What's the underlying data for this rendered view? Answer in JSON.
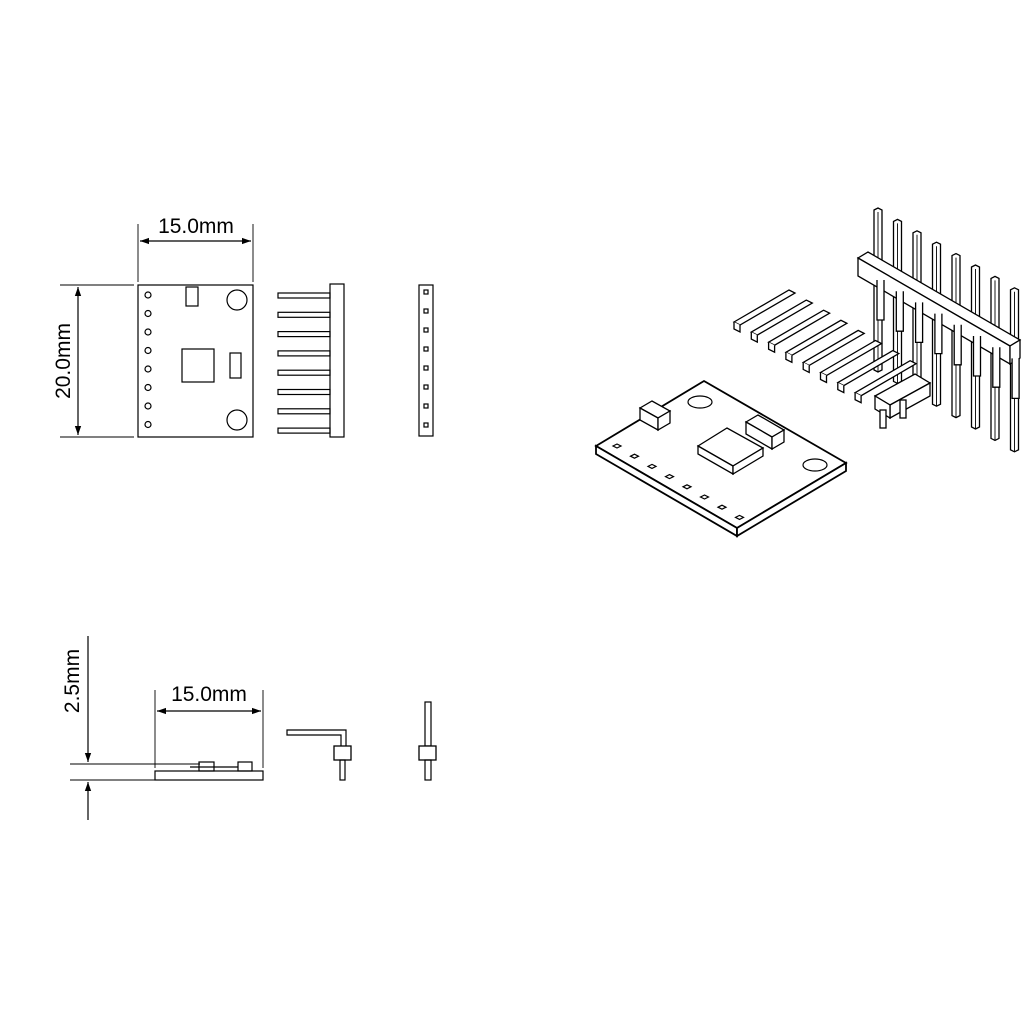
{
  "diagram": {
    "top_view": {
      "width_label": "15.0mm",
      "height_label": "20.0mm"
    },
    "side_view": {
      "width_label": "15.0mm",
      "thickness_label": "2.5mm"
    },
    "pin_count": 8
  }
}
